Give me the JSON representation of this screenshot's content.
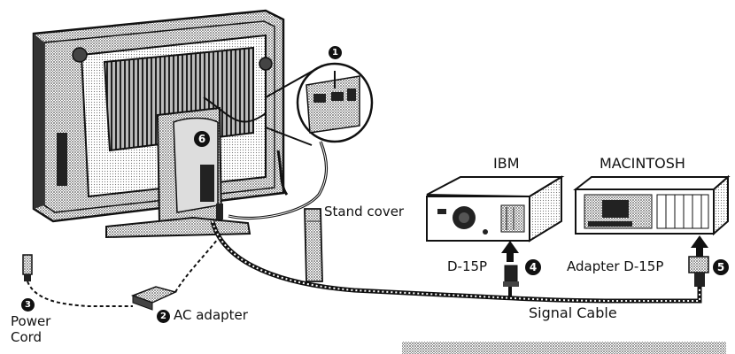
{
  "labels": {
    "stand_cover": "Stand cover",
    "ibm": "IBM",
    "macintosh": "MACINTOSH",
    "d15p": "D-15P",
    "adapter_d15p": "Adapter D-15P",
    "signal_cable": "Signal Cable",
    "ac_adapter": "AC adapter",
    "power_cord_line1": "Power",
    "power_cord_line2": "Cord"
  },
  "badges": {
    "b1": "1",
    "b2": "2",
    "b3": "3",
    "b4": "4",
    "b5": "5",
    "b6": "6"
  },
  "colors": {
    "ink": "#111111",
    "halftone": "#8a8a8a",
    "paper": "#ffffff"
  }
}
